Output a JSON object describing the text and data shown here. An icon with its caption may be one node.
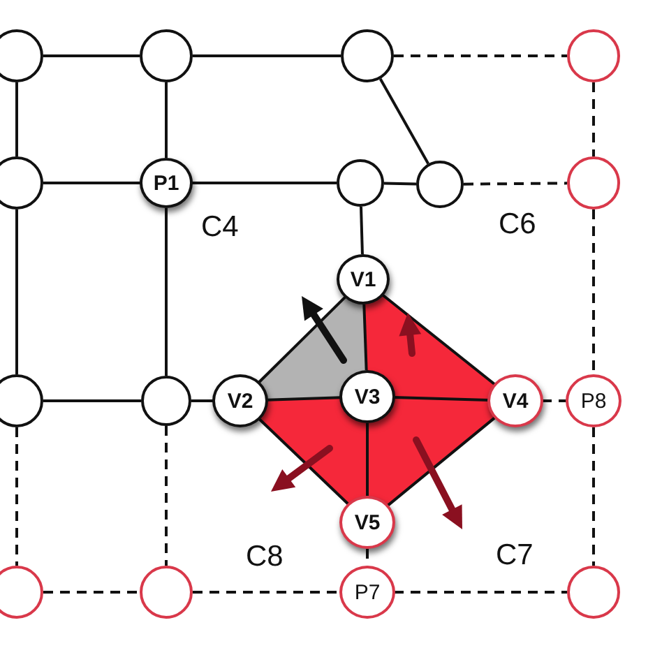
{
  "diagram": {
    "nodes": [
      {
        "text": [],
        "shape": "circle"
      },
      {
        "text": [],
        "shape": "circle"
      },
      {
        "text": [],
        "shape": "circle"
      },
      {
        "text": [],
        "shape": "circle"
      },
      {
        "text": [],
        "shape": "circle"
      },
      {
        "text": [
          "P1"
        ]
      },
      {
        "text": [],
        "shape": "circle"
      },
      {
        "text": [],
        "shape": "circle"
      },
      {
        "text": [],
        "shape": "circle"
      },
      {
        "text": [
          "V1"
        ]
      },
      {
        "text": [],
        "shape": "circle"
      },
      {
        "text": [],
        "shape": "circle"
      },
      {
        "text": [
          "V2"
        ]
      },
      {
        "text": [
          "V3"
        ]
      },
      {
        "text": [
          "V4"
        ]
      },
      {
        "text": [
          "P8"
        ]
      },
      {
        "text": [
          "V5"
        ]
      },
      {
        "text": [],
        "shape": "circle"
      },
      {
        "text": [],
        "shape": "circle"
      },
      {
        "text": [
          "P7"
        ]
      },
      {
        "text": [],
        "shape": "circle"
      }
    ],
    "edges": [
      {
        "from": 0,
        "to": 1,
        "arrow": "none"
      },
      {
        "from": 1,
        "to": 2,
        "arrow": "none"
      },
      {
        "from": 2,
        "to": 3,
        "arrow": "none",
        "style": "dashed"
      },
      {
        "from": 0,
        "to": 4,
        "arrow": "none"
      },
      {
        "from": 1,
        "to": 5,
        "arrow": "none"
      },
      {
        "from": 2,
        "to": 7,
        "arrow": "none"
      },
      {
        "from": 3,
        "to": 8,
        "arrow": "none",
        "style": "dashed"
      },
      {
        "from": 4,
        "to": 5,
        "arrow": "none"
      },
      {
        "from": 5,
        "to": 6,
        "arrow": "none"
      },
      {
        "from": 6,
        "to": 7,
        "arrow": "none"
      },
      {
        "from": 7,
        "to": 8,
        "arrow": "none",
        "style": "dashed"
      },
      {
        "from": 4,
        "to": 10,
        "arrow": "none"
      },
      {
        "from": 5,
        "to": 11,
        "arrow": "none"
      },
      {
        "from": 6,
        "to": 9,
        "arrow": "none"
      },
      {
        "from": 8,
        "to": 15,
        "arrow": "none",
        "style": "dashed"
      },
      {
        "from": 10,
        "to": 11,
        "arrow": "none"
      },
      {
        "from": 11,
        "to": 12,
        "arrow": "none"
      },
      {
        "from": 9,
        "to": 12,
        "arrow": "none"
      },
      {
        "from": 9,
        "to": 13,
        "arrow": "none"
      },
      {
        "from": 9,
        "to": 14,
        "arrow": "none"
      },
      {
        "from": 12,
        "to": 13,
        "arrow": "none"
      },
      {
        "from": 13,
        "to": 14,
        "arrow": "none"
      },
      {
        "from": 14,
        "to": 15,
        "arrow": "none",
        "style": "dashed"
      },
      {
        "from": 12,
        "to": 16,
        "arrow": "none"
      },
      {
        "from": 13,
        "to": 16,
        "arrow": "none"
      },
      {
        "from": 14,
        "to": 16,
        "arrow": "none"
      },
      {
        "from": 10,
        "to": 17,
        "arrow": "none",
        "style": "dashed"
      },
      {
        "from": 11,
        "to": 18,
        "arrow": "none",
        "style": "dashed"
      },
      {
        "from": 16,
        "to": 19,
        "arrow": "none",
        "style": "dashed"
      },
      {
        "from": 15,
        "to": 20,
        "arrow": "none",
        "style": "dashed"
      },
      {
        "from": 17,
        "to": 18,
        "arrow": "none",
        "style": "dashed"
      },
      {
        "from": 18,
        "to": 19,
        "arrow": "none",
        "style": "dashed"
      },
      {
        "from": 19,
        "to": 20,
        "arrow": "none",
        "style": "dashed"
      }
    ],
    "labels": [
      "C4",
      "C6",
      "C8",
      "C7"
    ]
  }
}
